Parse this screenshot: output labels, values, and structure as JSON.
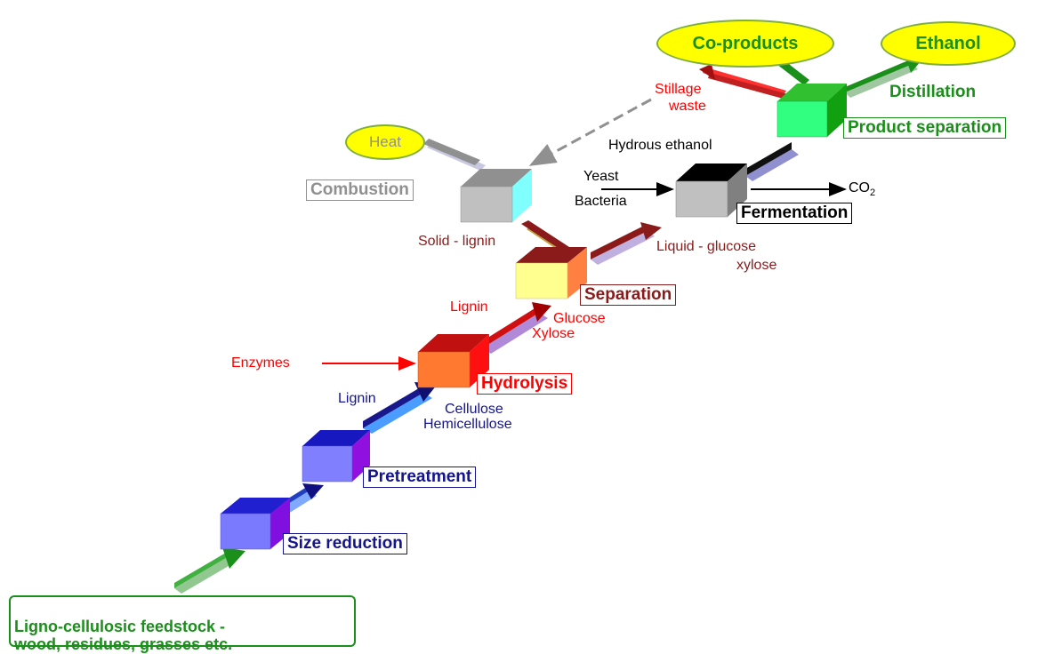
{
  "colors": {
    "red": "#ff0000",
    "dark_red": "#8b1a1a",
    "navy": "#14148c",
    "green": "#1a8f1a",
    "grey": "#909090",
    "yellow": "#ffff00"
  },
  "stages": {
    "feedstock": "Ligno-cellulosic feedstock -\nwood, residues, grasses etc.",
    "size_reduction": "Size reduction",
    "pretreatment": "Pretreatment",
    "hydrolysis": "Hydrolysis",
    "separation": "Separation",
    "fermentation": "Fermentation",
    "combustion": "Combustion",
    "product_separation": "Product  separation",
    "distillation": "Distillation"
  },
  "products": {
    "heat": "Heat",
    "co_products": "Co-products",
    "ethanol": "Ethanol"
  },
  "flows": {
    "lignin_pretreat": "Lignin",
    "cellulose": "Cellulose",
    "hemicellulose": "Hemicellulose",
    "enzymes": "Enzymes",
    "lignin_hydro": "Lignin",
    "glucose": "Glucose",
    "xylose": "Xylose",
    "solid_lignin": "Solid - lignin",
    "liquid_glucose": "Liquid - glucose",
    "liquid_xylose": "xylose",
    "yeast": "Yeast",
    "bacteria": "Bacteria",
    "co2": "CO",
    "co2_sub": "2",
    "hydrous_ethanol": "Hydrous ethanol",
    "stillage": "Stillage",
    "stillage_waste": "waste"
  }
}
